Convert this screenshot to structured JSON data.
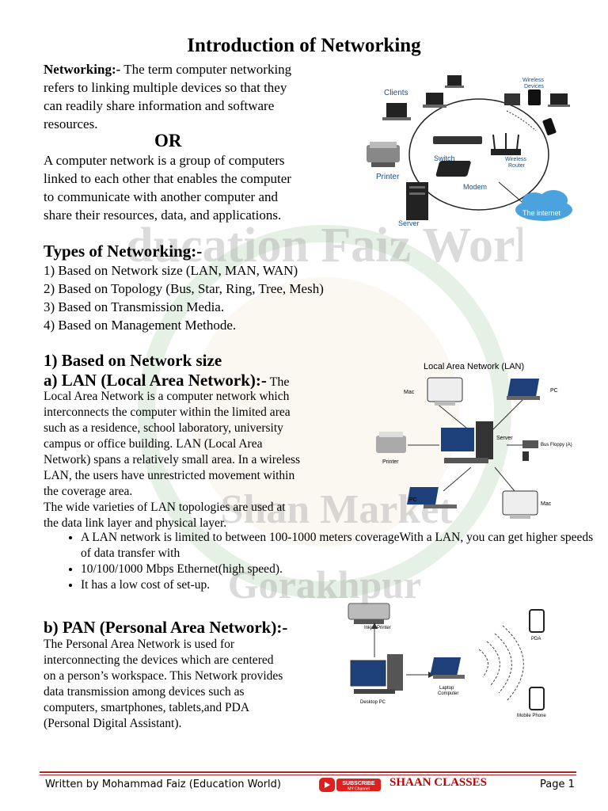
{
  "title": "Introduction of Networking",
  "intro": {
    "term": "Networking:-",
    "line1": " The term computer networking",
    "line2": "refers to linking multiple devices so that they",
    "line3": "can readily share information and software",
    "line4": "resources.",
    "or": "OR",
    "def1": "A computer network is a group of computers",
    "def2": "linked to each other that enables the computer",
    "def3": "to communicate with another computer and",
    "def4": "share their resources, data, and applications."
  },
  "types": {
    "heading": "Types of Networking:-",
    "items": [
      "1) Based on Network size (LAN, MAN, WAN)",
      "2) Based on Topology (Bus, Star, Ring, Tree, Mesh)",
      "3) Based on Transmission Media.",
      "4) Based on Management Methode."
    ]
  },
  "lan": {
    "section": "1) Based on Network size",
    "heading": "a) LAN (Local Area Network):-",
    "heading_tail": " The",
    "lines": [
      "Local Area Network is a computer network which",
      "interconnects the computer within the limited area",
      "such as a residence, school laboratory, university",
      "campus or office building. LAN (Local Area",
      "Network) spans a relatively small area. In a wireless",
      "LAN, the users have unrestricted movement within",
      "the coverage area.",
      " The wide varieties of LAN topologies are used at",
      "the data link layer and physical layer."
    ],
    "bullets": [
      "A LAN network is limited to between 100-1000 meters coverageWith a LAN, you can get higher speeds of data transfer with",
      "10/100/1000 Mbps Ethernet(high speed).",
      "It has a low cost of set-up."
    ]
  },
  "pan": {
    "heading": "b) PAN (Personal Area Network):-",
    "lines": [
      "The Personal Area Network is used for",
      "interconnecting the devices which are centered",
      "on a person’s workspace. This Network provides",
      "data transmission among devices such as",
      "computers, smartphones, tablets,and PDA",
      "(Personal Digital Assistant)."
    ]
  },
  "diagram1": {
    "clients": "Clients",
    "wireless_devices_1": "Wireless",
    "wireless_devices_2": "Devices",
    "switch": "Switch",
    "wireless_router_1": "Wireless",
    "wireless_router_2": "Router",
    "printer": "Printer",
    "modem": "Modem",
    "server": "Server",
    "internet": "The internet"
  },
  "diagram2": {
    "title": "Local Area Network (LAN)",
    "mac1": "Mac",
    "pc1": "PC",
    "server": "Server",
    "floppy": "Bus Floppy (A)",
    "printer": "Printer",
    "pc2": "PC",
    "mac2": "Mac"
  },
  "diagram3": {
    "inkjet": "Inkjet Printer",
    "pda": "PDA",
    "desktop": "Desktop PC",
    "laptop_1": "Laptop",
    "laptop_2": "Computer",
    "mobile": "Mobile Phone"
  },
  "watermark": {
    "line1": "Education Faiz World",
    "line2": "Shan Market",
    "line3": "Gorakhpur"
  },
  "footer": {
    "author": "Written by Mohammad Faiz (Education World)",
    "badge_top": "SUBSCRIBE",
    "badge_bottom": "MY Channel",
    "classes": "SHAAN CLASSES",
    "page": "Page 1"
  },
  "colors": {
    "footer_rule": "#b22222",
    "classes_text": "#c00000",
    "badge": "#e02020",
    "cloud": "#4aa3df"
  }
}
